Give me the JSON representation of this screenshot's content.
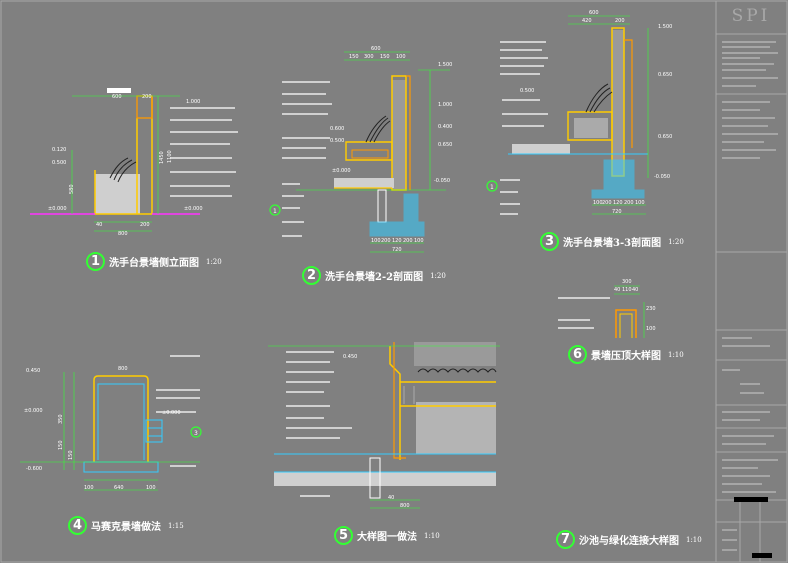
{
  "title_block": {
    "logo": "SPI"
  },
  "details": [
    {
      "num": "1",
      "title": "洗手台景墙侧立面图",
      "scale": "1:20"
    },
    {
      "num": "2",
      "title": "洗手台景墙2-2剖面图",
      "scale": "1:20"
    },
    {
      "num": "3",
      "title": "洗手台景墙3-3剖面图",
      "scale": "1:20"
    },
    {
      "num": "4",
      "title": "马赛克景墙做法",
      "scale": "1:15"
    },
    {
      "num": "5",
      "title": "大样图一做法",
      "scale": "1:10"
    },
    {
      "num": "6",
      "title": "景墙压顶大样图",
      "scale": "1:10"
    },
    {
      "num": "7",
      "title": "沙池与绿化连接大样图",
      "scale": "1:10"
    }
  ],
  "dims": {
    "d1_top": [
      "600",
      "200"
    ],
    "d1_bottom": [
      "40",
      "200",
      "800"
    ],
    "d1_levels": [
      "1.000",
      "0.120",
      "0.500",
      "±0.000",
      "±0.000"
    ],
    "d1_side": [
      "1450",
      "1100",
      "580"
    ],
    "d2_top": [
      "600",
      "150",
      "300",
      "150",
      "100"
    ],
    "d2_bottom": [
      "100",
      "200",
      "120",
      "200",
      "100",
      "720"
    ],
    "d2_levels": [
      "1.500",
      "0.600",
      "0.500",
      "±0.000",
      "-0.050",
      "1.000",
      "0.400",
      "0.650"
    ],
    "d3_top": [
      "600",
      "200",
      "420"
    ],
    "d3_bottom": [
      "100",
      "200",
      "120",
      "200",
      "100",
      "720"
    ],
    "d3_levels": [
      "1.500",
      "0.650",
      "0.500",
      "0.650",
      "-0.050"
    ],
    "d4_levels": [
      "0.450",
      "±0.000",
      "-0.600",
      "±0.000"
    ],
    "d4_bottom": [
      "100",
      "640",
      "100"
    ],
    "d4_side": [
      "800",
      "350",
      "150",
      "150"
    ],
    "d5_levels": [
      "0.450"
    ],
    "d5_bottom": [
      "40",
      "800"
    ],
    "d6_top": [
      "300",
      "40",
      "110",
      "40"
    ],
    "d6_side": [
      "230",
      "100"
    ]
  },
  "leaders": {
    "callout_1": "1",
    "callout_2": "1",
    "callout_3": "3"
  }
}
